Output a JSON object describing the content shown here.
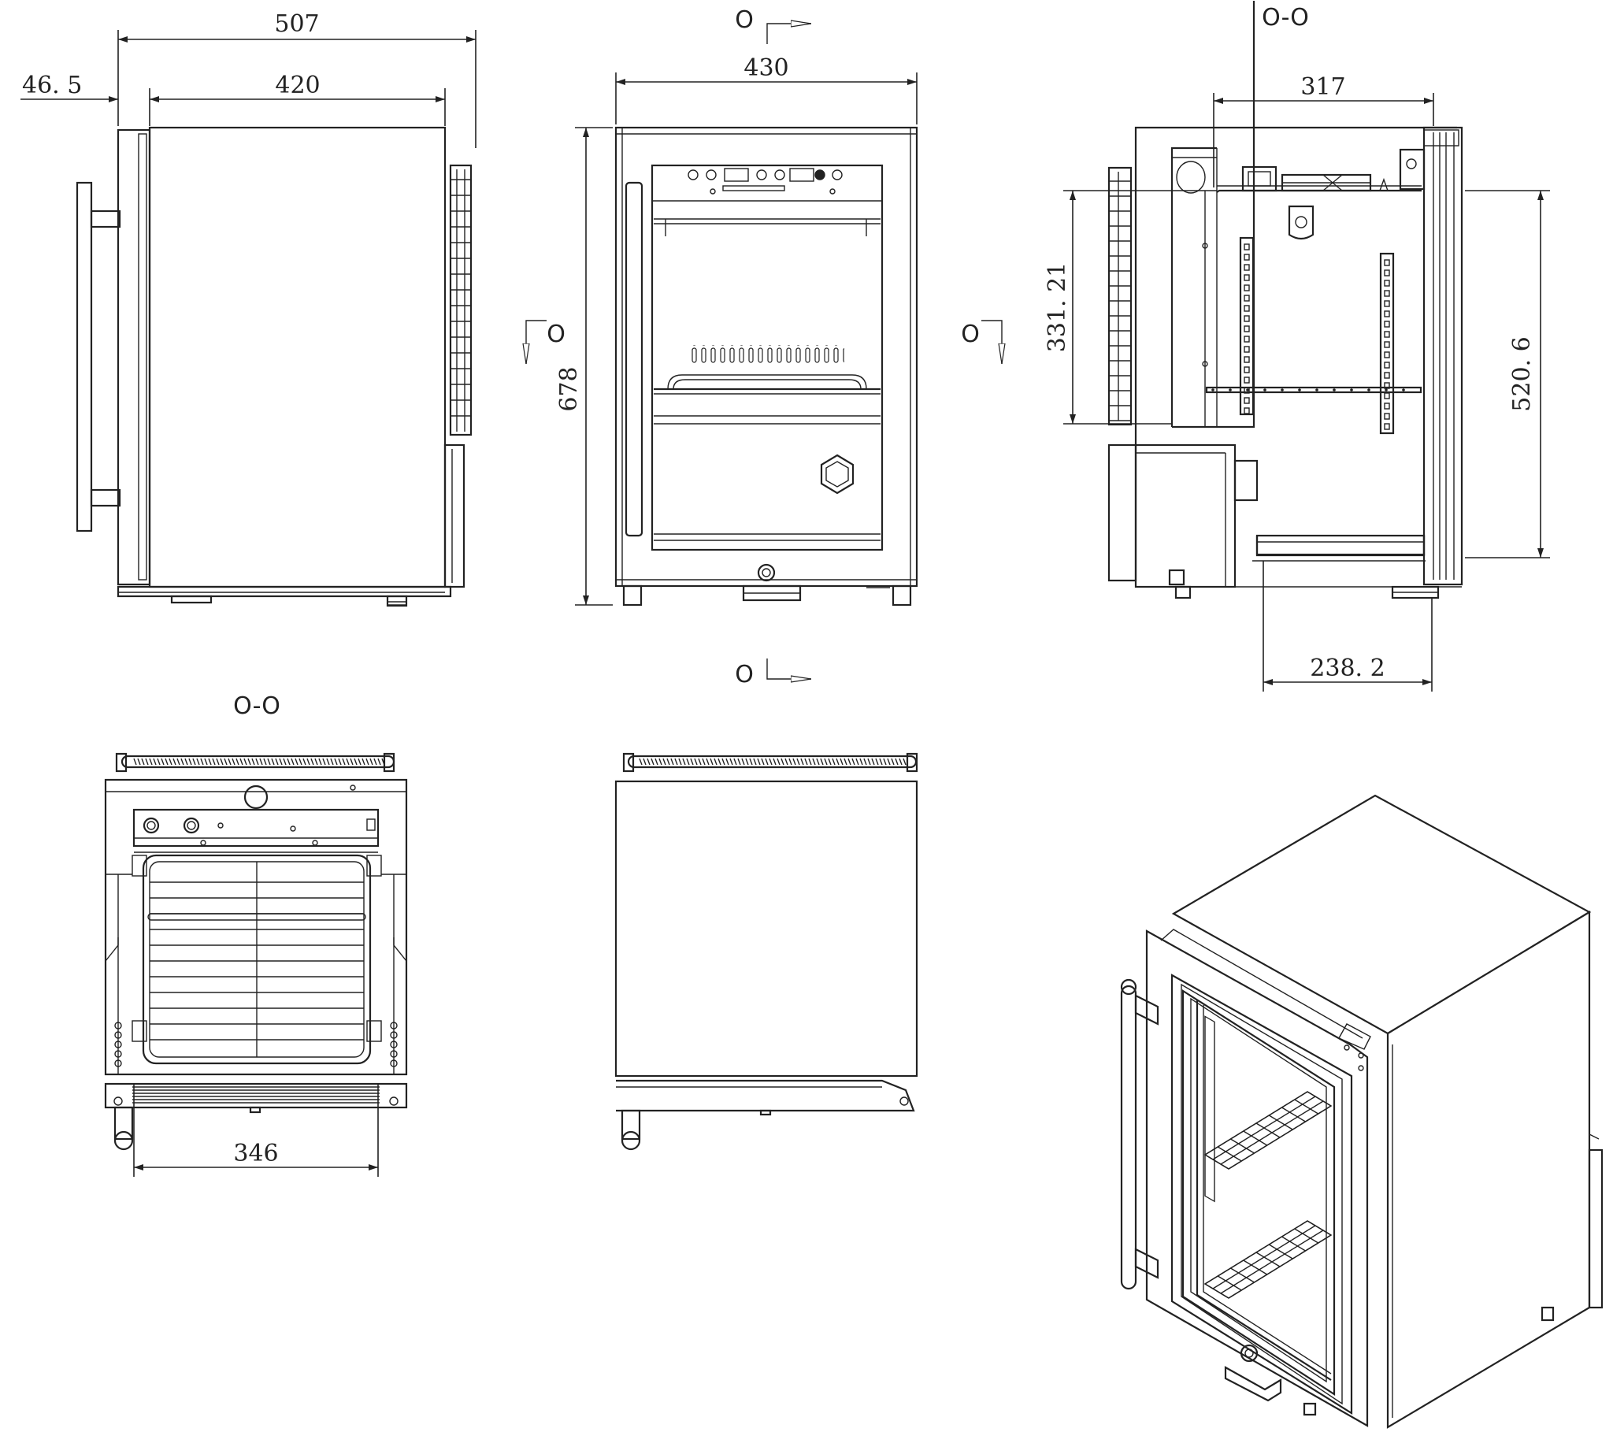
{
  "dimensions": {
    "depth_total": "507",
    "handle_offset": "46. 5",
    "body_depth": "420",
    "width": "430",
    "height": "678",
    "section_top_depth": "317",
    "door_inner_height": "331. 21",
    "cabinet_inner_height": "520. 6",
    "shelf_depth": "238. 2",
    "plan_width": "346"
  },
  "section_marks": {
    "marker": "O",
    "section_label": "O-O"
  },
  "colors": {
    "line": "#222222",
    "background": "#ffffff"
  }
}
